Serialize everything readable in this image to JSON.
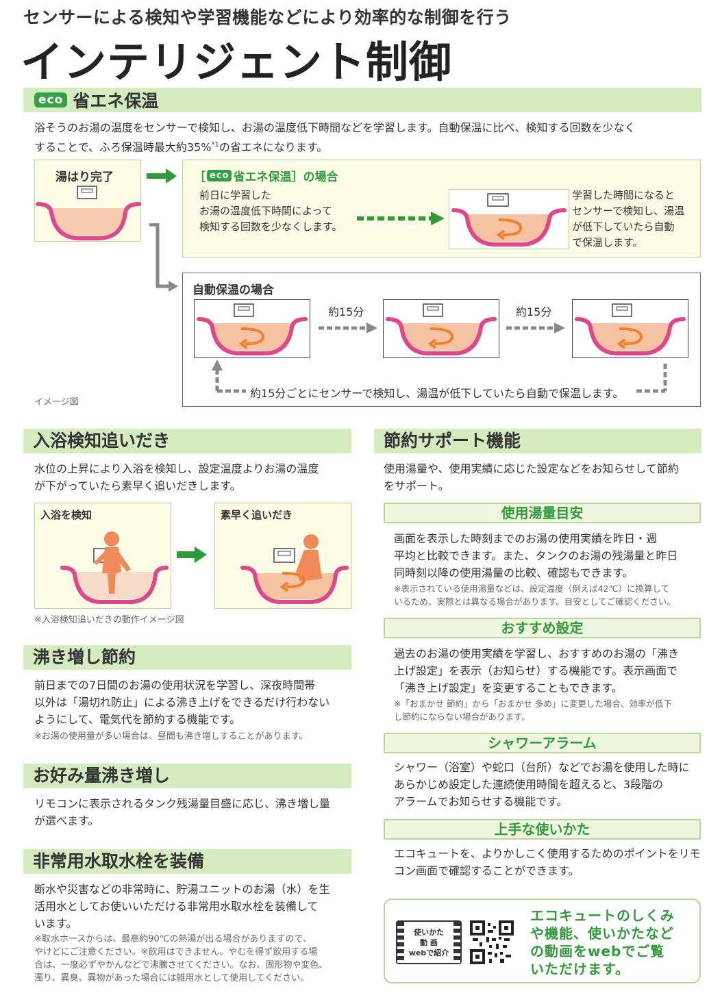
{
  "header": {
    "kicker": "センサーによる検知や学習機能などにより効率的な制御を行う",
    "title": "インテリジェント制御"
  },
  "eco": {
    "badge": "eco",
    "heading": "省エネ保温",
    "desc_line1": "浴そうのお湯の温度をセンサーで検知し、お湯の温度低下時間などを学習します。自動保温に比べ、検知する回数を少なく",
    "desc_line2": "することで、ふろ保温時最大約35%",
    "desc_sup": "*1",
    "desc_line2b": "の省エネになります。",
    "yuhari": "湯はり完了",
    "case_eco_prefix": "［",
    "case_eco_badge": "eco",
    "case_eco_label": "省エネ保温］の場合",
    "case_eco_text1": "前日に学習した",
    "case_eco_text2": "お湯の温度低下時間によって",
    "case_eco_text3": "検知する回数を少なくします。",
    "case_eco_right1": "学習した時間になると",
    "case_eco_right2": "センサーで検知し、湯温",
    "case_eco_right3": "が低下していたら自動",
    "case_eco_right4": "で保温します。",
    "case_auto_label": "自動保温の場合",
    "interval1": "約15分",
    "interval2": "約15分",
    "auto_loop": "約15分ごとにセンサーで検知し、湯温が低下していたら自動で保温します。",
    "image_note": "イメージ図"
  },
  "left": {
    "nyuyoku": {
      "heading": "入浴検知追いだき",
      "desc1": "水位の上昇により入浴を検知し、設定温度よりお湯の温度",
      "desc2": "が下がっていたら素早く追いだきします。",
      "panel1": "入浴を検知",
      "panel2": "素早く追いだき",
      "note": "※入浴検知追いだきの動作イメージ図"
    },
    "wakimashi": {
      "heading": "沸き増し節約",
      "desc1": "前日までの7日間のお湯の使用状況を学習し、深夜時間帯",
      "desc2": "以外は「湯切れ防止」による沸き上げをできるだけ行わない",
      "desc3": "ようにして、電気代を節約する機能です。",
      "note": "※お湯の使用量が多い場合は、昼間も沸き増しすることがあります。"
    },
    "okonomi": {
      "heading": "お好み量沸き増し",
      "desc1": "リモコンに表示されるタンク残湯量目盛に応じ、沸き増し量",
      "desc2": "が選べます。"
    },
    "hijou": {
      "heading": "非常用水取水栓を装備",
      "desc1": "断水や災害などの非常時に、貯湯ユニットのお湯（水）を生",
      "desc2": "活用水としてお使いいただける非常用水取水栓を装備して",
      "desc3": "います。",
      "note1": "※取水ホースからは、最高約90℃の熱湯が出る場合がありますので、",
      "note2": "やけどにご注意ください。※飲用はできません。やむを得ず飲用する場",
      "note3": "合は、一度必ずやかんなどで沸騰させてください。なお、固形物や変色、",
      "note4": "濁り、異臭、異物があった場合には雑用水として使用してください。"
    }
  },
  "right": {
    "heading": "節約サポート機能",
    "desc1": "使用湯量や、使用実績に応じた設定などをお知らせして節約",
    "desc2": "をサポート。",
    "s1": {
      "heading": "使用湯量目安",
      "t1": "画面を表示した時刻までのお湯の使用実績を昨日・週",
      "t2": "平均と比較できます。また、タンクのお湯の残湯量と昨日",
      "t3": "同時刻以降の使用湯量の比較、確認もできます。",
      "n1": "※表示されている使用湯量などは、設定温度（例えば42℃）に換算して",
      "n2": "いるため、実際とは異なる場合があります。目安としてご確認ください。"
    },
    "s2": {
      "heading": "おすすめ設定",
      "t1": "過去のお湯の使用実績を学習し、おすすめのお湯の「沸き",
      "t2": "上げ設定」を表示（お知らせ）する機能です。表示画面で",
      "t3": "「沸き上げ設定」を変更することもできます。",
      "n1": "※「おまかせ 節約」から「おまかせ 多め」に変更した場合、効率が低下",
      "n2": "し節約にならない場合があります。"
    },
    "s3": {
      "heading": "シャワーアラーム",
      "t1": "シャワー（浴室）や蛇口（台所）などでお湯を使用した時に",
      "t2": "あらかじめ設定した連続使用時間を超えると、3段階の",
      "t3": "アラームでお知らせする機能です。"
    },
    "s4": {
      "heading": "上手な使いかた",
      "t1": "エコキュートを、よりかしこく使用するためのポイントをリモ",
      "t2": "コン画面で確認することができます。"
    },
    "promo": {
      "badge1": "使いかた",
      "badge2": "動 画",
      "badge3": "webで紹介",
      "text1": "エコキュートのしくみ",
      "text2": "や機能、使いかたなど",
      "text3": "の動画をwebでご覧",
      "text4": "いただけます。"
    }
  },
  "colors": {
    "band": "#d5ebc0",
    "accent_green": "#2f9a3c",
    "tub_pink": "#e0468a",
    "water": "#f5c2a2",
    "arrow_orange": "#f08030"
  }
}
